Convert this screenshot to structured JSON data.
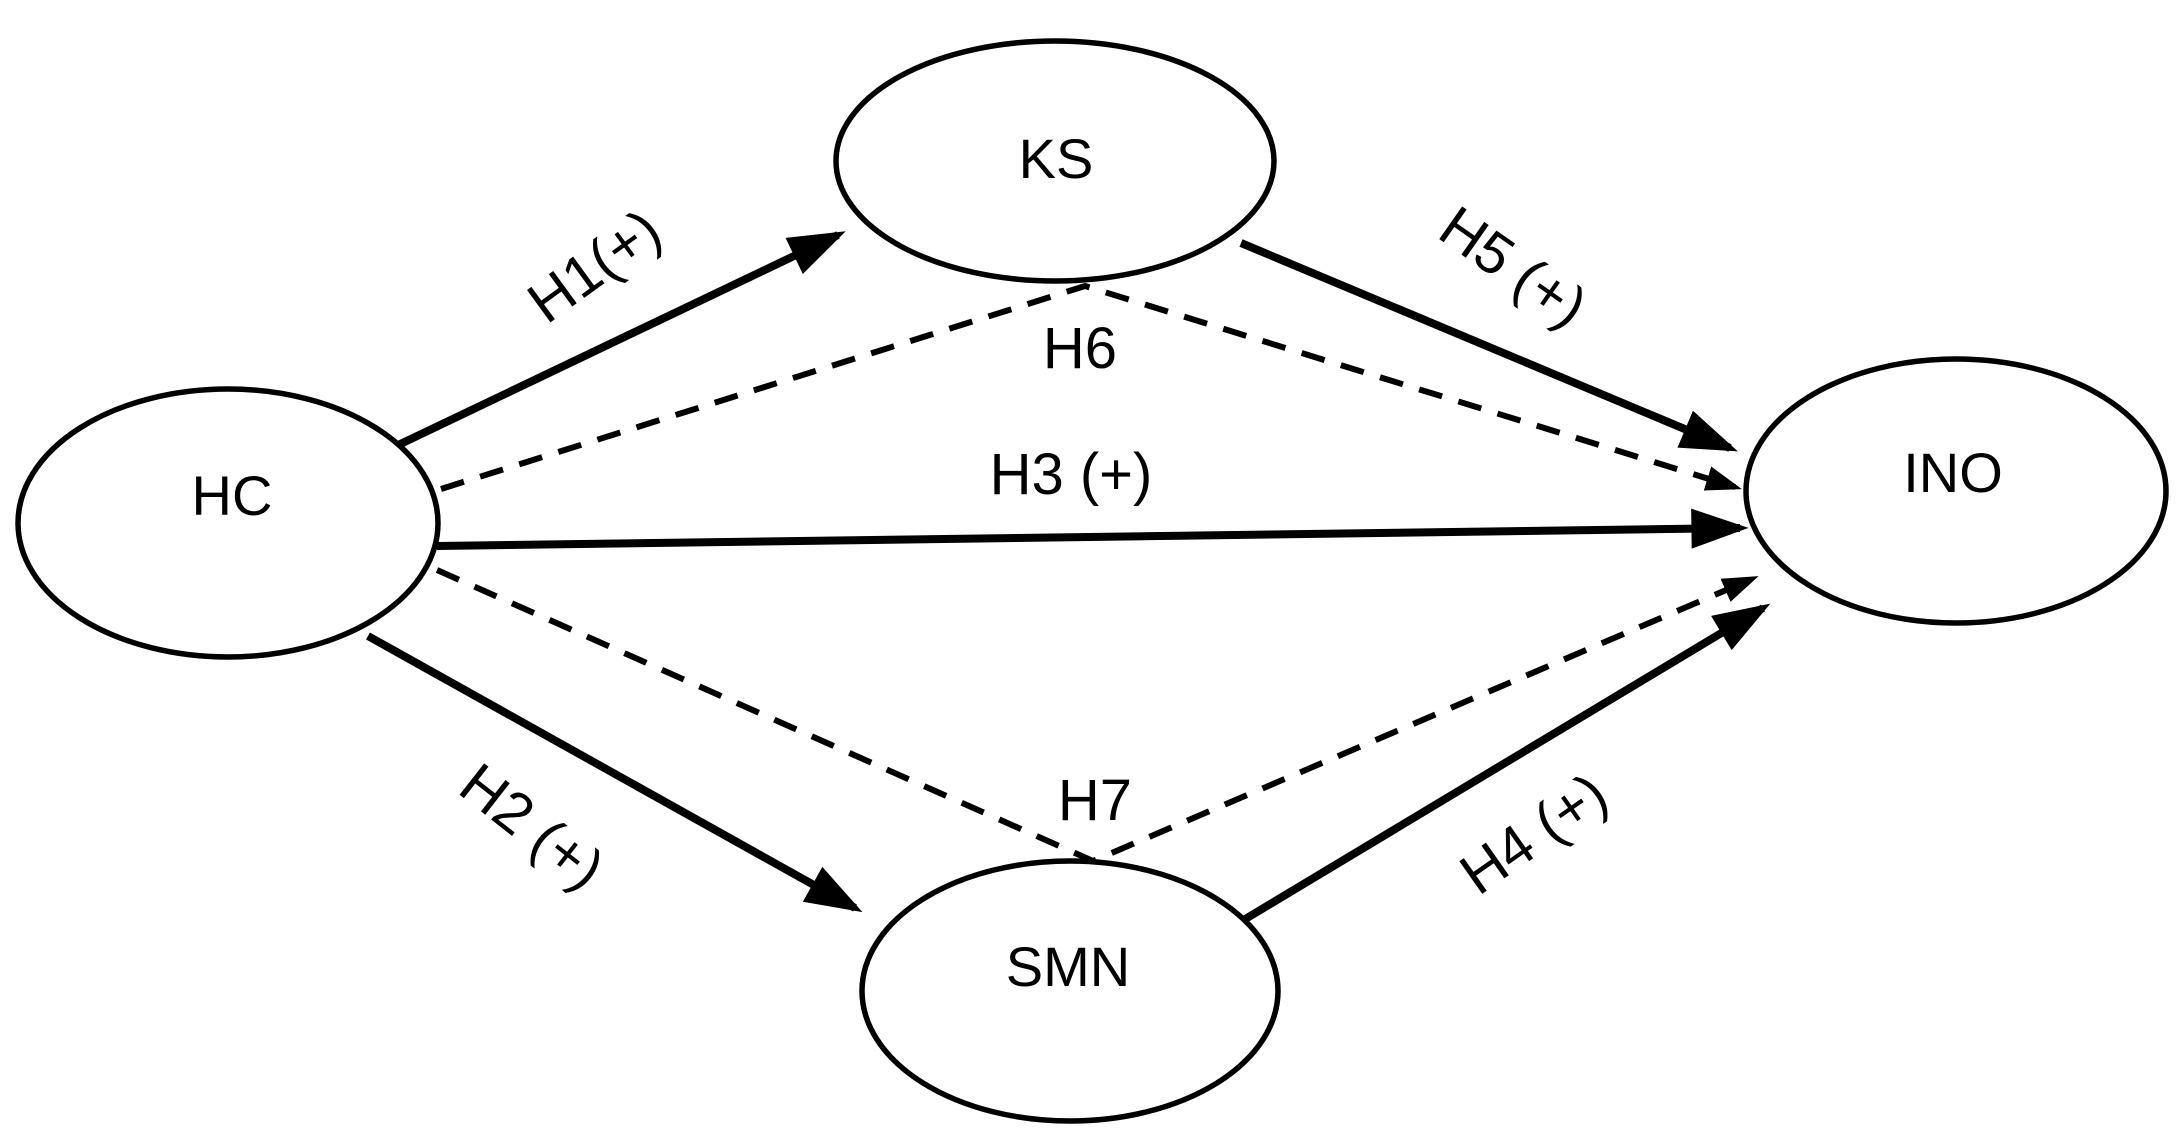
{
  "diagram": {
    "type": "structural-path-model",
    "background_color": "#ffffff",
    "stroke_color": "#000000",
    "node_fill_color": "#ffffff",
    "nodes": [
      {
        "id": "HC",
        "label": "HC"
      },
      {
        "id": "KS",
        "label": "KS"
      },
      {
        "id": "INO",
        "label": "INO"
      },
      {
        "id": "SMN",
        "label": "SMN"
      }
    ],
    "edges": [
      {
        "id": "H1",
        "label": "H1(+)",
        "from": "HC",
        "to": "KS",
        "style": "solid",
        "sign": "+"
      },
      {
        "id": "H2",
        "label": "H2 (+)",
        "from": "HC",
        "to": "SMN",
        "style": "solid",
        "sign": "+"
      },
      {
        "id": "H3",
        "label": "H3 (+)",
        "from": "HC",
        "to": "INO",
        "style": "solid",
        "sign": "+"
      },
      {
        "id": "H4",
        "label": "H4 (+)",
        "from": "SMN",
        "to": "INO",
        "style": "solid",
        "sign": "+"
      },
      {
        "id": "H5",
        "label": "H5 (+)",
        "from": "KS",
        "to": "INO",
        "style": "solid",
        "sign": "+"
      },
      {
        "id": "H6",
        "label": "H6",
        "from": "HC",
        "to": "INO",
        "via": "KS",
        "style": "dashed"
      },
      {
        "id": "H7",
        "label": "H7",
        "from": "HC",
        "to": "INO",
        "via": "SMN",
        "style": "dashed"
      }
    ]
  }
}
